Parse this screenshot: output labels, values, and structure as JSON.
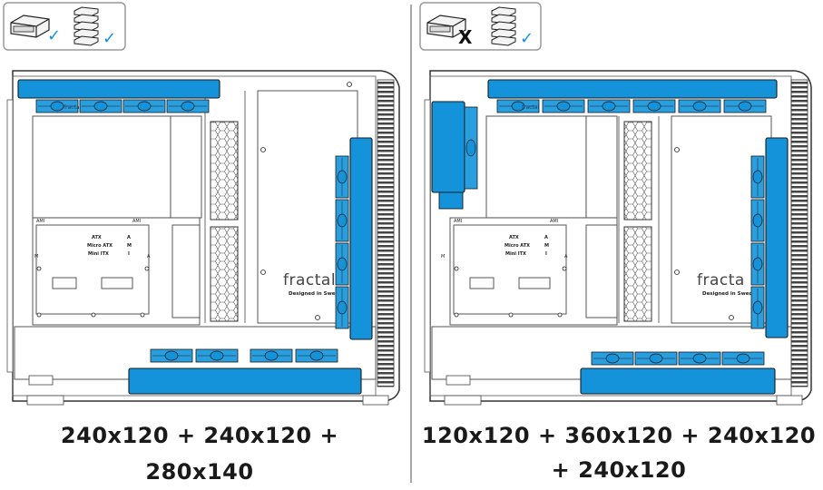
{
  "colors": {
    "radiator": "#1593da",
    "radiator_dark": "#0b5f91",
    "outline": "#333333",
    "divider": "#8a8a8a",
    "caption": "#1a1a1a"
  },
  "left": {
    "caption": "240x120 + 240x120 + 280x140",
    "legend": {
      "drive_icon": "drive-cage-icon",
      "tray_icon": "drive-tray-icon",
      "drive_mark": "✓",
      "tray_mark": "✓"
    },
    "board_labels": {
      "atx": "ATX",
      "micro_atx": "Micro ATX",
      "mini_itx": "Mini ITX",
      "a1": "A",
      "a2": "M",
      "a3": "I",
      "ami_l": "AMI",
      "ami_r": "AMI",
      "m1": "M",
      "m2": "A"
    },
    "brand": "fractal",
    "brand_sub": "Designed in Sweden",
    "fan_brand": "fractal"
  },
  "right": {
    "caption_line1": "120x120 + 360x120 + 240x120",
    "caption_line2": "+ 240x120",
    "legend": {
      "drive_icon": "drive-cage-icon",
      "tray_icon": "drive-tray-icon",
      "drive_mark": "X",
      "tray_mark": "✓"
    },
    "board_labels": {
      "atx": "ATX",
      "micro_atx": "Micro ATX",
      "mini_itx": "Mini ITX",
      "a1": "A",
      "a2": "M",
      "a3": "I",
      "ami_l": "AMI",
      "ami_r": "AMI",
      "m1": "M",
      "m2": "A"
    },
    "brand": "fracta",
    "brand_sub": "Designed in Sweden",
    "fan_brand": "fractal"
  }
}
